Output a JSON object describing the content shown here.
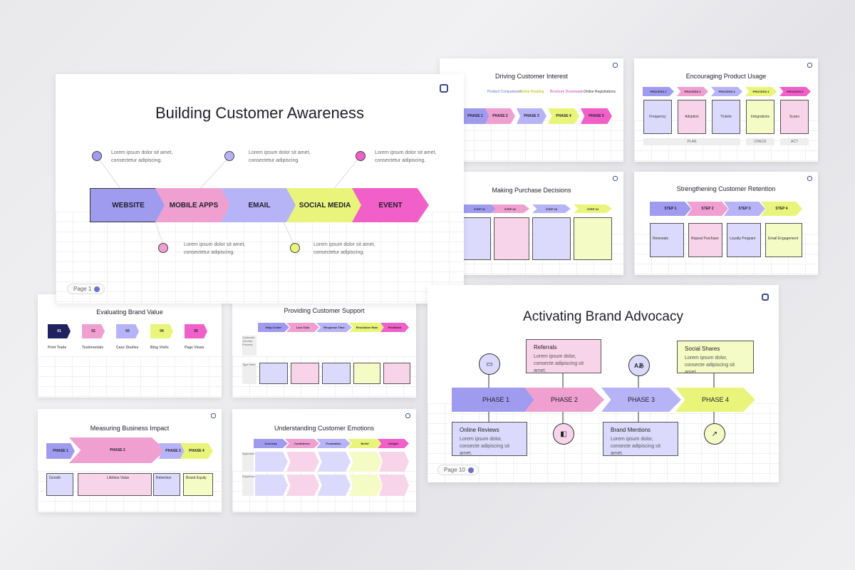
{
  "colors": {
    "purple": "#9f9cf0",
    "pink": "#efa0d0",
    "lavender": "#b6b4f6",
    "yellow": "#e9f57a",
    "magenta": "#f060c8",
    "navy": "#1f2260"
  },
  "lorem_two": "Lorem ipsum dolor sit amet, consectetur adipiscing.",
  "lorem_short": "Lorem ipsum dolor, consecte adipiscing sit amet.",
  "s1": {
    "title": "Building Customer Awareness",
    "chevrons": [
      "WEBSITE",
      "MOBILE APPS",
      "EMAIL",
      "SOCIAL MEDIA",
      "EVENT"
    ],
    "notes": {
      "n1a": "Lorem ipsum dolor sit amet,",
      "n1b": "consectetur adipiscing.",
      "n2a": "Lorem ipsum dolor sit amet,",
      "n2b": "consectetur adipiscing.",
      "n3a": "Lorem ipsum dolor sit amet,",
      "n3b": "consectetur adipiscing.",
      "n4a": "Lorem ipsum dolor sit amet,",
      "n4b": "consectetur adipiscing.",
      "n5a": "Lorem ipsum dolor sit amet,",
      "n5b": "consectetur adipiscing."
    },
    "page": "Page 1"
  },
  "s2": {
    "title": "Driving Customer Interest",
    "headers": [
      "Product Comparisons",
      "Online Reading",
      "Brochure Downloads",
      "Online Registrations"
    ],
    "phases": [
      "PHASE 1",
      "PHASE 2",
      "PHASE 3",
      "PHASE 4",
      "PHASE 5"
    ]
  },
  "s3": {
    "title": "Encouraging Product Usage",
    "processes": [
      "PROCESS 1",
      "PROCESS 2",
      "PROCESS 3",
      "PROCESS 4",
      "PROCESS 5"
    ],
    "items": [
      "Frequency",
      "Adoption",
      "Tickets",
      "Integrations",
      "Scans"
    ],
    "footer": [
      "PLAN",
      "CHECK",
      "ACT"
    ]
  },
  "s4": {
    "title": "Making Purchase Decisions",
    "steps": [
      "STEP 01",
      "STEP 02",
      "STEP 03",
      "STEP 04"
    ]
  },
  "s5": {
    "title": "Strengthening Customer Retention",
    "steps": [
      "STEP 1",
      "STEP 2",
      "STEP 3",
      "STEP 4"
    ],
    "items": [
      "Renewals",
      "Repeat Purchase",
      "Loyalty Program",
      "Email Engagement"
    ]
  },
  "s6": {
    "title": "Evaluating Brand Value",
    "nums": [
      "01",
      "02",
      "03",
      "04",
      "05"
    ],
    "items": [
      "Print Trade",
      "Testimonials",
      "Case Studies",
      "Blog Visits",
      "Page Views"
    ]
  },
  "s7": {
    "title": "Providing Customer Support",
    "tabs": [
      "Help Center",
      "Live Chat",
      "Response Time",
      "Resolution Rate",
      "Feedback"
    ],
    "rowlabels": [
      "Customer Journey Process",
      "Type Here"
    ]
  },
  "s8": {
    "title": "Activating Brand Advocacy",
    "phases": [
      "PHASE 1",
      "PHASE 2",
      "PHASE 3",
      "PHASE 4"
    ],
    "top": [
      {
        "title": "Referrals",
        "text": "Lorem ipsum dolor, consecte adipiscing sit amet."
      },
      {
        "title": "Social Shares",
        "text": "Lorem ipsum dolor, consecte adipiscing sit amet."
      }
    ],
    "bottom": [
      {
        "title": "Online Reviews",
        "text": "Lorem ipsum dolor, consecte adipiscing sit amet."
      },
      {
        "title": "Brand Mentions",
        "text": "Lorem ipsum dolor, consecte adipiscing sit amet."
      }
    ],
    "page": "Page 10"
  },
  "s9": {
    "title": "Measuring Business Impact",
    "phases": [
      "PHASE 1",
      "PHASE 2",
      "PHASE 3",
      "PHASE 4"
    ],
    "items": [
      "Growth",
      "Lifetime Value",
      "Retention",
      "Brand Equity"
    ]
  },
  "s10": {
    "title": "Understanding Customer Emotions",
    "tabs": [
      "Curiosity",
      "Confidence",
      "Frustration",
      "Belief",
      "Delight"
    ],
    "rowlabels": [
      "Approach",
      "Experience"
    ]
  }
}
